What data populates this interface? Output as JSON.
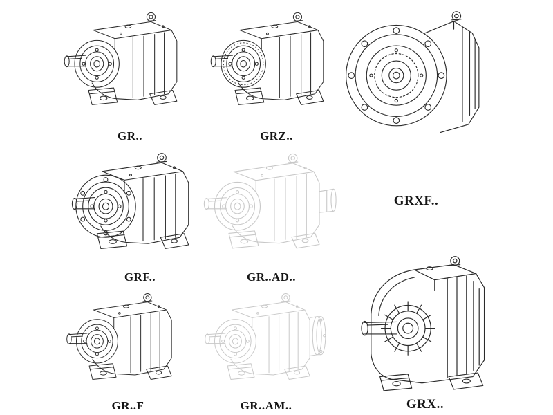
{
  "page": {
    "background": "#ffffff"
  },
  "colors": {
    "line": "#2b2b2b",
    "light_line": "#c8c8c8",
    "label": "#151515"
  },
  "figures": [
    {
      "id": "gr",
      "label": "GR..",
      "line_style": "solid"
    },
    {
      "id": "grz",
      "label": "GRZ..",
      "line_style": "solid"
    },
    {
      "id": "grxf",
      "label": "GRXF..",
      "line_style": "solid"
    },
    {
      "id": "grf",
      "label": "GRF..",
      "line_style": "solid"
    },
    {
      "id": "gr_ad",
      "label": "GR..AD..",
      "line_style": "light"
    },
    {
      "id": "gr_f",
      "label": "GR..F",
      "line_style": "solid"
    },
    {
      "id": "gr_am",
      "label": "GR..AM..",
      "line_style": "light"
    },
    {
      "id": "grx",
      "label": "GRX..",
      "line_style": "solid"
    }
  ]
}
